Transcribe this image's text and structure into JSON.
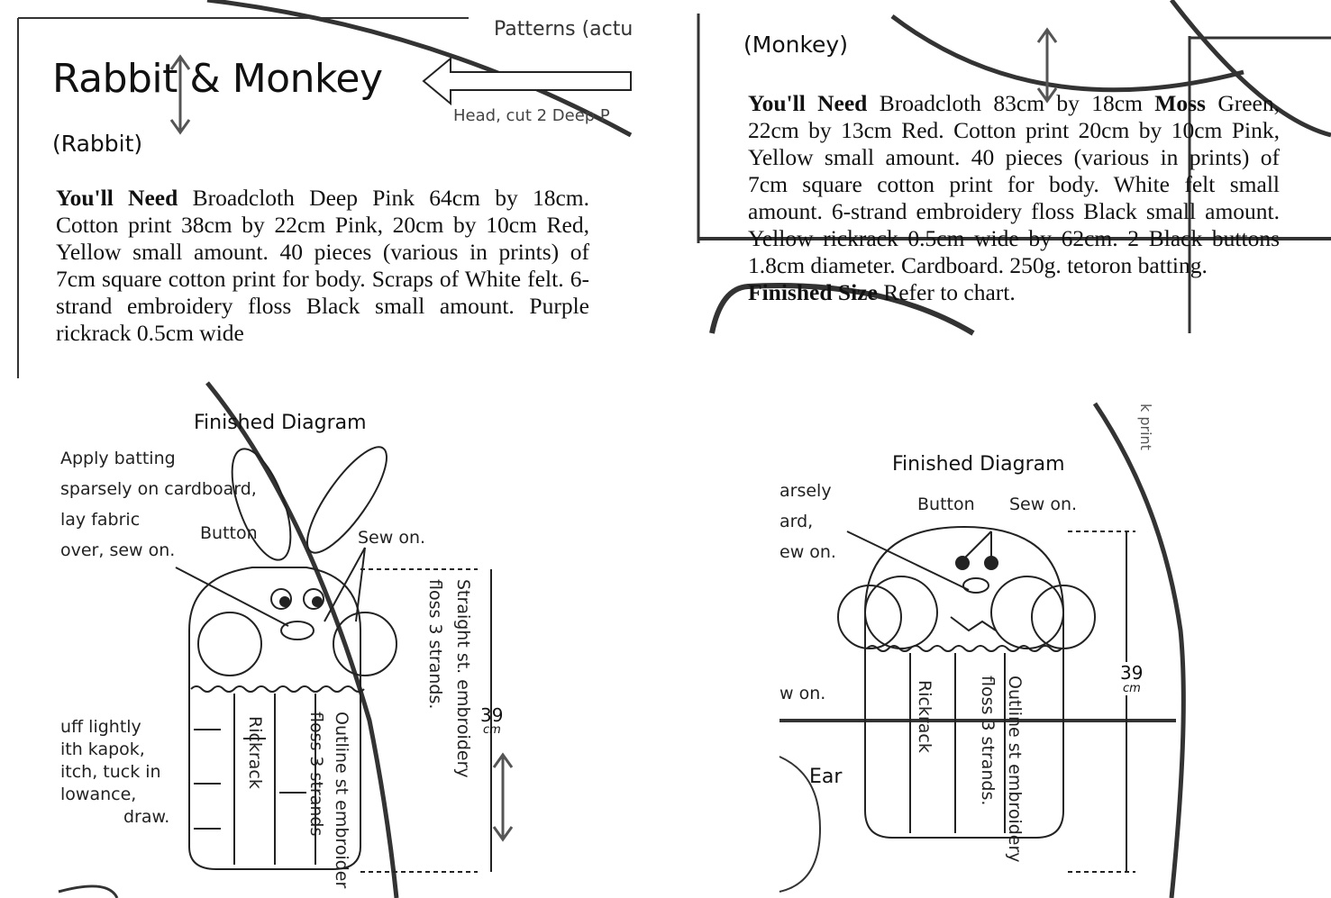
{
  "rabbit_panel": {
    "header_fragment": "Patterns (actu",
    "title": "Rabbit & Monkey",
    "subtitle": "(Rabbit)",
    "arrow_label": "Head, cut 2 Deep P",
    "needs_label": "You'll Need",
    "needs_text": "Broadcloth Deep Pink 64cm by 18cm. Cotton print 38cm by 22cm Pink, 20cm by 10cm Red, Yellow small amount. 40 pieces (various in prints) of 7cm square cotton print for body. Scraps of White felt. 6-strand embroidery floss Black small amount. Purple rickrack 0.5cm wide"
  },
  "monkey_panel": {
    "subtitle": "(Monkey)",
    "needs_label": "You'll Need",
    "needs_text_1": "Broadcloth 83cm by 18cm",
    "needs_bold": "Moss",
    "needs_text_2": "Green, 22cm by 13cm Red. Cotton print 20cm by 10cm Pink, Yellow small amount. 40 pieces (various in prints) of 7cm square cotton print for body. White felt small amount. 6-strand embroidery floss Black small amount. Yellow rickrack 0.5cm wide by 62cm. 2 Black buttons 1.8cm diameter. Cardboard. 250g. tetoron batting.",
    "size_label": "Finished Size",
    "size_text": "Refer to chart."
  },
  "rabbit_diagram": {
    "title": "Finished Diagram",
    "batting_note": [
      "Apply batting",
      "sparsely on cardboard,",
      "lay fabric",
      "over, sew on."
    ],
    "button": "Button",
    "sew_on": "Sew on.",
    "straight_st": "Straight st. embroidery",
    "floss3": "floss 3 strands.",
    "rickrack": "Rickrack",
    "outline_st": "Outline st embroider",
    "outline_floss": "floss 3 strands",
    "height_value": "39",
    "height_unit": "cm",
    "stuff_note": [
      "uff lightly",
      "ith kapok,",
      "itch, tuck in",
      "lowance,",
      "draw."
    ]
  },
  "monkey_diagram": {
    "title": "Finished Diagram",
    "left_note": [
      "arsely",
      "ard,",
      "ew on."
    ],
    "button": "Button",
    "sew_on": "Sew on.",
    "sew_on_2": "w on.",
    "rickrack": "Rickrack",
    "outline_st": "Outline st embroidery",
    "floss3": "floss 3 strands.",
    "height_value": "39",
    "height_unit": "cm",
    "ear": "Ear",
    "edge_fragment": "k print"
  }
}
